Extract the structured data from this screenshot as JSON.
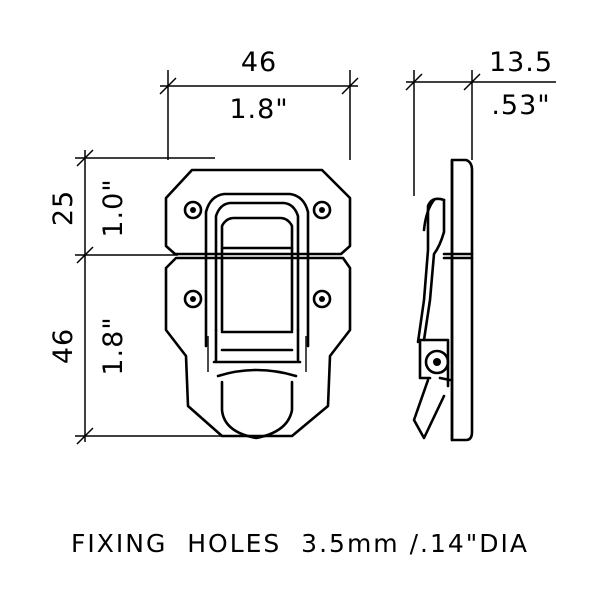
{
  "dimensions": {
    "width_mm": "46",
    "width_in": "1.8\"",
    "depth_mm": "13.5",
    "depth_in": ".53\"",
    "upper_height_mm": "25",
    "upper_height_in": "1.0\"",
    "lower_height_mm": "46",
    "lower_height_in": "1.8\""
  },
  "caption": "FIXING  HOLES  3.5mm /.14\"DIA"
}
